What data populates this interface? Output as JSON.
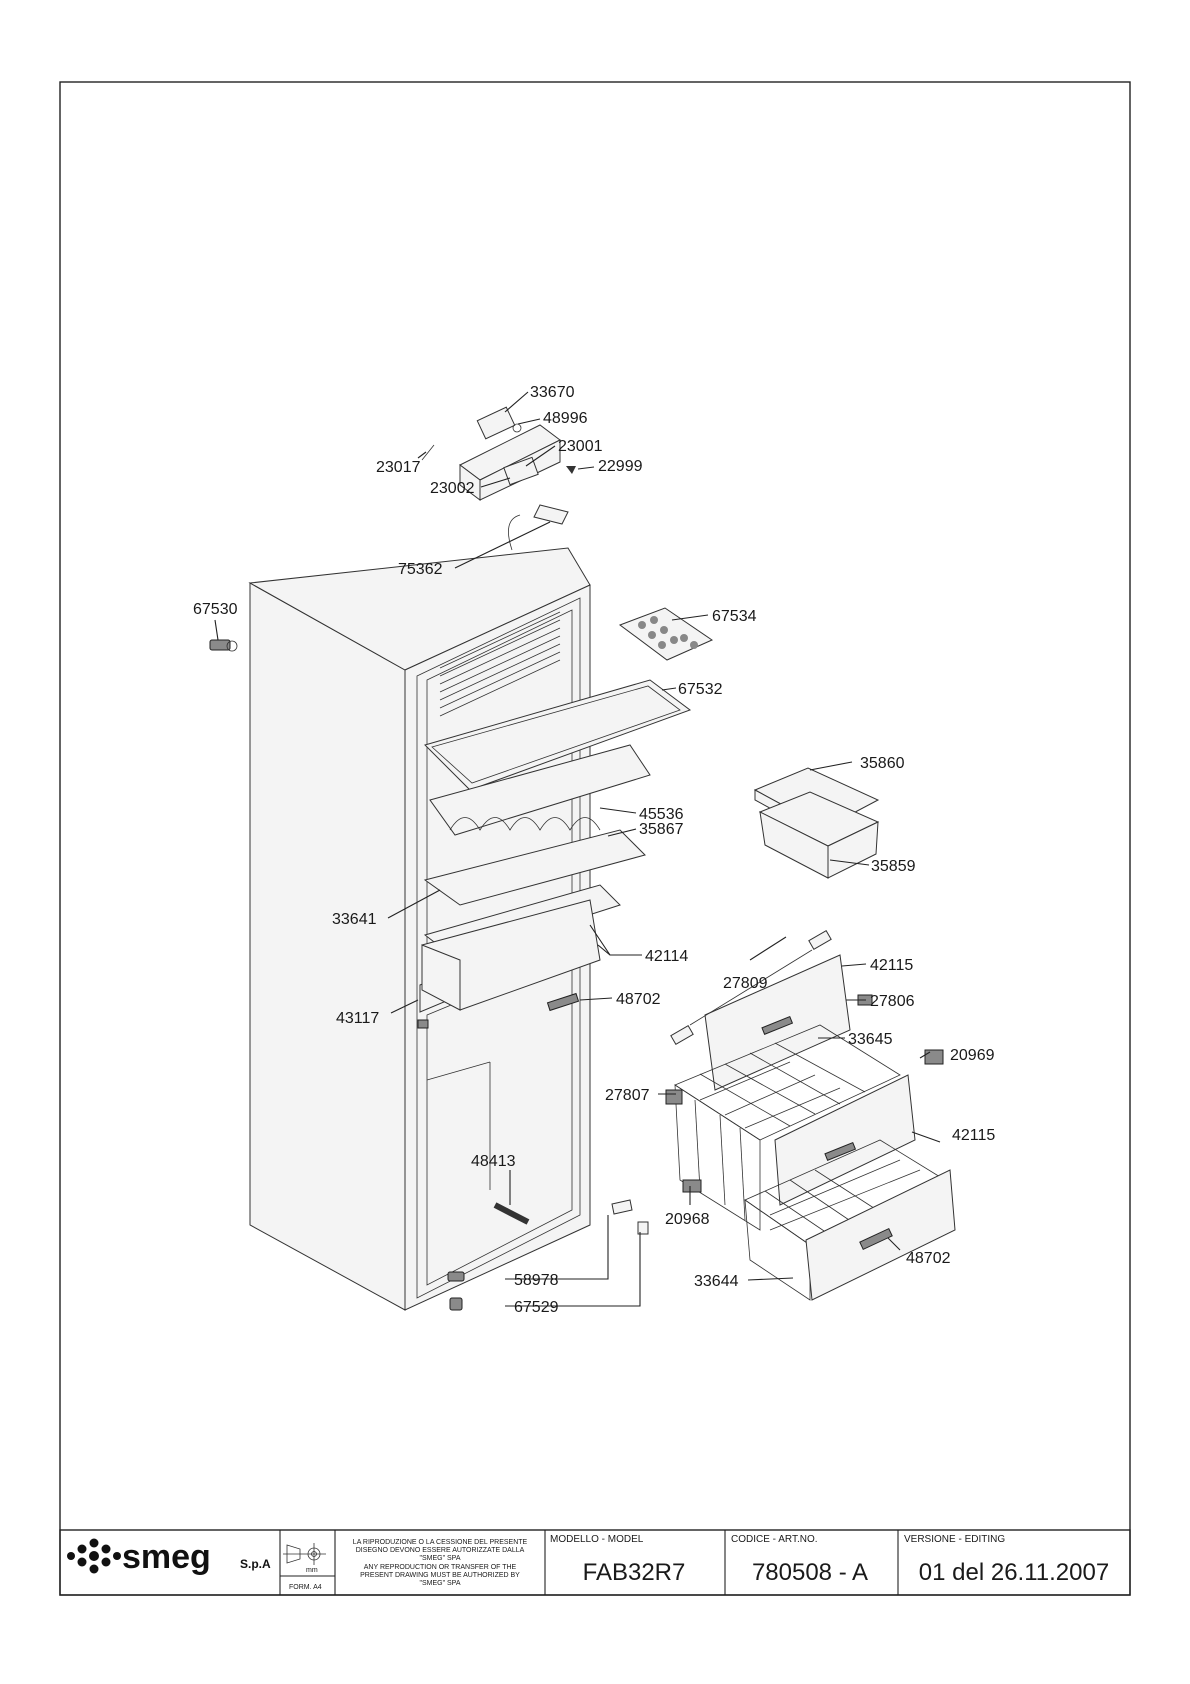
{
  "drawing": {
    "callouts": [
      {
        "id": "33670",
        "text": "33670"
      },
      {
        "id": "48996",
        "text": "48996"
      },
      {
        "id": "23001",
        "text": "23001"
      },
      {
        "id": "22999",
        "text": "22999"
      },
      {
        "id": "23017",
        "text": "23017"
      },
      {
        "id": "23002",
        "text": "23002"
      },
      {
        "id": "75362",
        "text": "75362"
      },
      {
        "id": "67530",
        "text": "67530"
      },
      {
        "id": "67534",
        "text": "67534"
      },
      {
        "id": "67532",
        "text": "67532"
      },
      {
        "id": "35860",
        "text": "35860"
      },
      {
        "id": "45536",
        "text": "45536"
      },
      {
        "id": "35867",
        "text": "35867"
      },
      {
        "id": "35859",
        "text": "35859"
      },
      {
        "id": "33641",
        "text": "33641"
      },
      {
        "id": "42114",
        "text": "42114"
      },
      {
        "id": "27809",
        "text": "27809"
      },
      {
        "id": "42115a",
        "text": "42115"
      },
      {
        "id": "48702a",
        "text": "48702"
      },
      {
        "id": "27806",
        "text": "27806"
      },
      {
        "id": "43117",
        "text": "43117"
      },
      {
        "id": "33645",
        "text": "33645"
      },
      {
        "id": "20969",
        "text": "20969"
      },
      {
        "id": "27807",
        "text": "27807"
      },
      {
        "id": "42115b",
        "text": "42115"
      },
      {
        "id": "48413",
        "text": "48413"
      },
      {
        "id": "20968",
        "text": "20968"
      },
      {
        "id": "48702b",
        "text": "48702"
      },
      {
        "id": "58978",
        "text": "58978"
      },
      {
        "id": "33644",
        "text": "33644"
      },
      {
        "id": "67529",
        "text": "67529"
      }
    ]
  },
  "title_block": {
    "logo": "smeg",
    "company_suffix": "S.p.A",
    "unit": "mm",
    "format": "FORM. A4",
    "notice_it": [
      "LA RIPRODUZIONE O LA CESSIONE DEL PRESENTE",
      "DISEGNO DEVONO ESSERE AUTORIZZATE DALLA",
      "\"SMEG\" SPA"
    ],
    "notice_en": [
      "ANY REPRODUCTION OR TRANSFER OF THE",
      "PRESENT DRAWING MUST BE AUTHORIZED BY",
      "\"SMEG\" SPA"
    ],
    "model_label": "MODELLO - MODEL",
    "model_value": "FAB32R7",
    "code_label": "CODICE - ART.NO.",
    "code_value": "780508 - A",
    "version_label": "VERSIONE - EDITING",
    "version_value": "01 del 26.11.2007"
  },
  "colors": {
    "line": "#222222",
    "paper": "#ffffff"
  }
}
